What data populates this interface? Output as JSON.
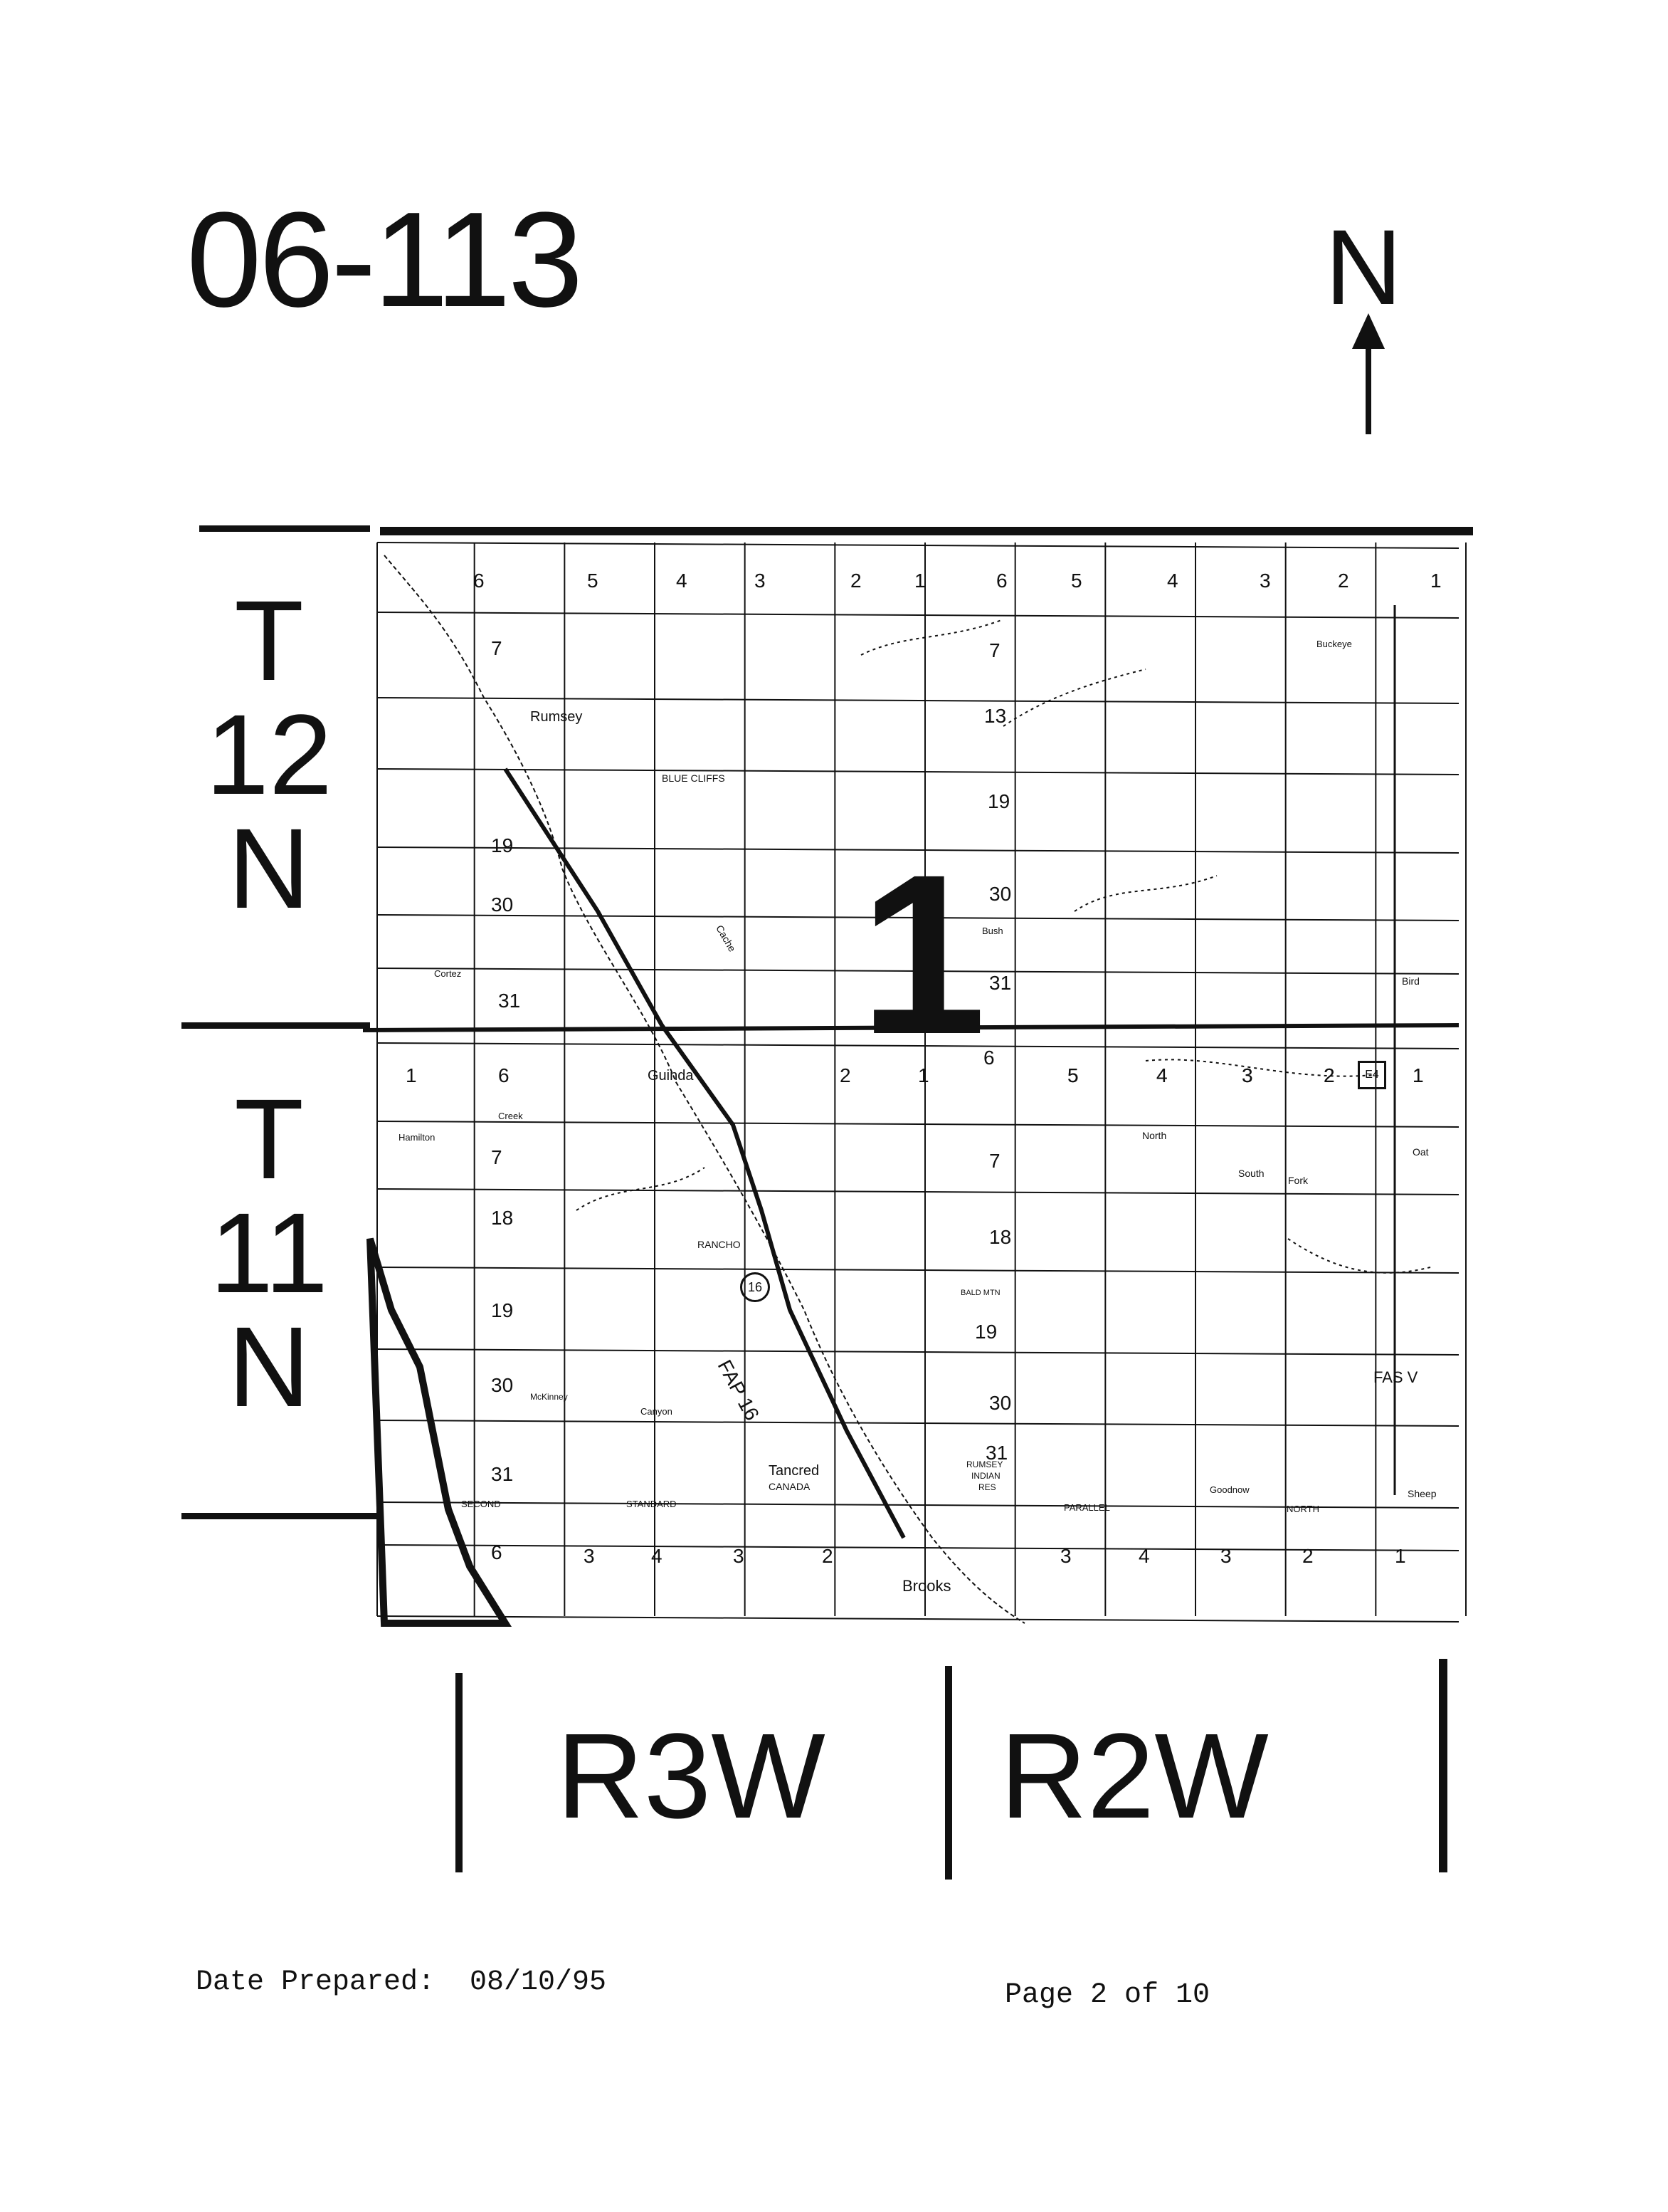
{
  "document": {
    "id": "06-113"
  },
  "compass": {
    "letter": "N"
  },
  "townships": [
    {
      "line1": "T",
      "line2": "12",
      "line3": "N"
    },
    {
      "line1": "T",
      "line2": "11",
      "line3": "N"
    }
  ],
  "ranges": [
    "R3W",
    "R2W"
  ],
  "map": {
    "area_number": "1",
    "places": [
      "Rumsey",
      "BLUE CLIFFS",
      "Guinda",
      "RANCHO",
      "Tancred",
      "CANADA",
      "Brooks",
      "RUMSEY",
      "INDIAN",
      "RES",
      "FAS V",
      "SECOND",
      "STANDARD",
      "PARALLEL",
      "NORTH",
      "BALD MTN"
    ],
    "highways": [
      "16",
      "E4"
    ],
    "route_label": "FAP 16",
    "streams": [
      "Cache",
      "Creek",
      "Canyon",
      "Bird",
      "Fork",
      "South",
      "North",
      "Oat",
      "Sheep",
      "Goodnow",
      "Buckeye",
      "Hamilton",
      "McKinney",
      "Bush",
      "Cortez"
    ],
    "sections_row_top_r3w": [
      "6",
      "5",
      "4",
      "3",
      "2",
      "1"
    ],
    "sections_row_top_r2w": [
      "6",
      "5",
      "4",
      "3",
      "2",
      "1"
    ],
    "sections_col_r3w": [
      "7",
      "19",
      "30",
      "31",
      "7",
      "18",
      "19",
      "30",
      "31",
      "6",
      "3",
      "4",
      "3",
      "2"
    ],
    "sections_col_r2w": [
      "7",
      "13",
      "19",
      "30",
      "31",
      "6",
      "7",
      "18",
      "19",
      "30",
      "31",
      "5",
      "4",
      "3",
      "2",
      "1",
      "3",
      "4",
      "3",
      "2",
      "1"
    ],
    "guinda_row": [
      "1",
      "6",
      "2",
      "1",
      "5",
      "4",
      "3",
      "2",
      "1"
    ]
  },
  "footer": {
    "date_label": "Date Prepared:",
    "date_value": "08/10/95",
    "page_label": "Page 2 of 10"
  }
}
